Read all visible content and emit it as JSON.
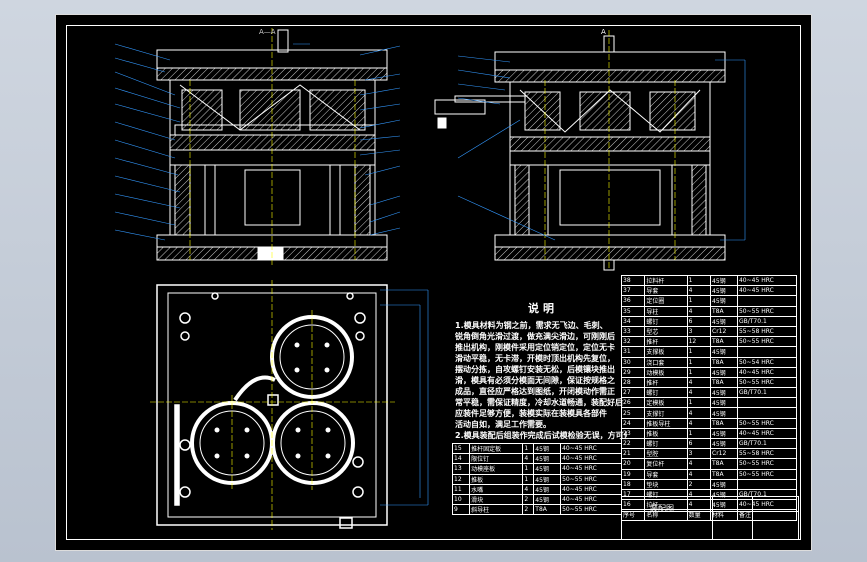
{
  "drawing": {
    "section_label": "A—A",
    "section_marker": "A",
    "title_block": "装配图",
    "notes": {
      "title": "说明",
      "lines": [
        "1.模具材料为钢之前，需求无飞边、毛刺、",
        "锐角倒角光滑过渡，做充满尖滑边，可刚刚后",
        "推出机构，刚模件采用定位销定位，定位无卡",
        "滑动平稳，无卡滞，开模时顶出机构先复位，",
        "摆动分拣，自攻螺钉安装无松，后模镶块推出",
        "滑，模具有必须分模面无间隙，保证按规格之",
        "成品，直径应严格达到图纸，开闭模动作需正",
        "常平稳，需保证精度，冷却水道畅通，装配好后",
        "应装件足够方便，装模实际在装模具各部件",
        "活动自如，满足工作需要。",
        "2.模具装配后组装作完成后试模检验无误，方可使用"
      ]
    },
    "bom_right": [
      [
        "38",
        "拉料杆",
        "1",
        "45钢",
        "40~45 HRC"
      ],
      [
        "37",
        "导套",
        "4",
        "45钢",
        "40~45 HRC"
      ],
      [
        "36",
        "定位圈",
        "1",
        "45钢",
        ""
      ],
      [
        "35",
        "导柱",
        "4",
        "T8A",
        "50~55 HRC"
      ],
      [
        "34",
        "螺钉",
        "6",
        "45钢",
        "GB/T70.1"
      ],
      [
        "33",
        "型芯",
        "3",
        "Cr12",
        "55~58 HRC"
      ],
      [
        "32",
        "推杆",
        "12",
        "T8A",
        "50~55 HRC"
      ],
      [
        "31",
        "支撑板",
        "1",
        "45钢",
        ""
      ],
      [
        "30",
        "浇口套",
        "1",
        "T8A",
        "50~54 HRC"
      ],
      [
        "29",
        "动模板",
        "1",
        "45钢",
        "40~45 HRC"
      ],
      [
        "28",
        "推杆",
        "4",
        "T8A",
        "50~55 HRC"
      ],
      [
        "27",
        "螺钉",
        "4",
        "45钢",
        "GB/T70.1"
      ],
      [
        "26",
        "定模板",
        "1",
        "45钢",
        ""
      ],
      [
        "25",
        "支撑钉",
        "4",
        "45钢",
        ""
      ],
      [
        "24",
        "推板导柱",
        "4",
        "T8A",
        "50~55 HRC"
      ],
      [
        "23",
        "推板",
        "1",
        "45钢",
        "40~45 HRC"
      ],
      [
        "22",
        "螺钉",
        "6",
        "45钢",
        "GB/T70.1"
      ],
      [
        "21",
        "型腔",
        "3",
        "Cr12",
        "55~58 HRC"
      ],
      [
        "20",
        "复位杆",
        "4",
        "T8A",
        "50~55 HRC"
      ],
      [
        "19",
        "导套",
        "4",
        "T8A",
        "50~55 HRC"
      ],
      [
        "18",
        "垫块",
        "2",
        "45钢",
        ""
      ],
      [
        "17",
        "螺钉",
        "4",
        "45钢",
        "GB/T70.1"
      ],
      [
        "16",
        "拉杆",
        "4",
        "45钢",
        "40~45 HRC"
      ]
    ],
    "bom_header": [
      "序号",
      "名称",
      "数量",
      "材料",
      "备注"
    ],
    "bom_left": [
      [
        "15",
        "推杆固定板",
        "1",
        "45钢",
        "40~45 HRC"
      ],
      [
        "14",
        "限位钉",
        "4",
        "45钢",
        "40~45 HRC"
      ],
      [
        "13",
        "动模座板",
        "1",
        "45钢",
        "40~45 HRC"
      ],
      [
        "12",
        "推板",
        "1",
        "45钢",
        "50~55 HRC"
      ],
      [
        "11",
        "水嘴",
        "4",
        "45钢",
        "40~45 HRC"
      ],
      [
        "10",
        "滑块",
        "2",
        "45钢",
        "40~45 HRC"
      ],
      [
        "9",
        "斜导柱",
        "2",
        "T8A",
        "50~55 HRC"
      ]
    ]
  }
}
